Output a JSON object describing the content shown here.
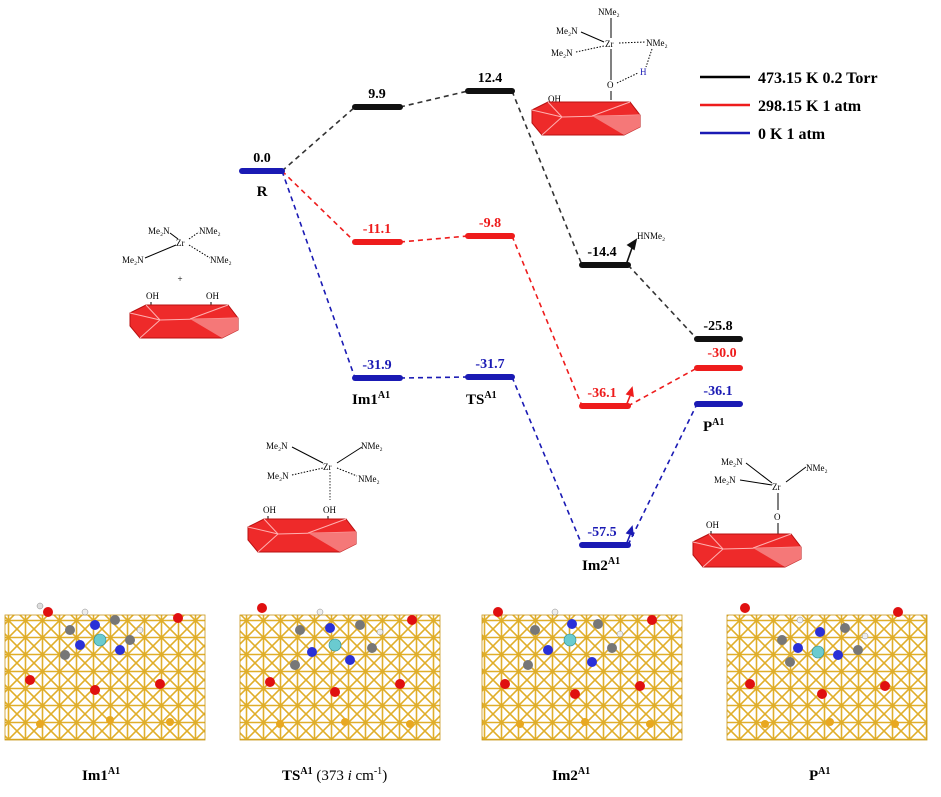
{
  "legend": [
    {
      "label": "473.15 K 0.2 Torr",
      "color": "#000000"
    },
    {
      "label": "298.15 K 1 atm",
      "color": "#ee1c1c"
    },
    {
      "label": "0 K 1 atm",
      "color": "#1a1ab4"
    }
  ],
  "levels": {
    "r": {
      "value": "0.0",
      "label": "R"
    },
    "im1": {
      "black": "9.9",
      "red": "-11.1",
      "blue": "-31.9",
      "label": "Im1",
      "sup": "A1"
    },
    "ts": {
      "black": "12.4",
      "red": "-9.8",
      "blue": "-31.7",
      "label": "TS",
      "sup": "A1"
    },
    "im2": {
      "black": "-14.4",
      "red": "-36.1",
      "blue": "-57.5",
      "label": "Im2",
      "sup": "A1"
    },
    "p": {
      "black": "-25.8",
      "red": "-30.0",
      "blue": "-36.1",
      "label": "P",
      "sup": "A1"
    }
  },
  "chem": {
    "nme2": "NMe₂",
    "me2n": "Me₂N",
    "zr": "Zr",
    "oh": "OH",
    "o": "O",
    "h": "H",
    "plus": "+",
    "hnme2": "HNMe₂"
  },
  "captions": {
    "im1": {
      "label": "Im1",
      "sup": "A1"
    },
    "ts": {
      "label": "TS",
      "sup": "A1",
      "freq_pre": " (373 ",
      "freq_i": "i",
      "freq_post": " cm",
      "freq_sup": "-1",
      "freq_close": ")"
    },
    "im2": {
      "label": "Im2",
      "sup": "A1"
    },
    "p": {
      "label": "P",
      "sup": "A1"
    }
  }
}
